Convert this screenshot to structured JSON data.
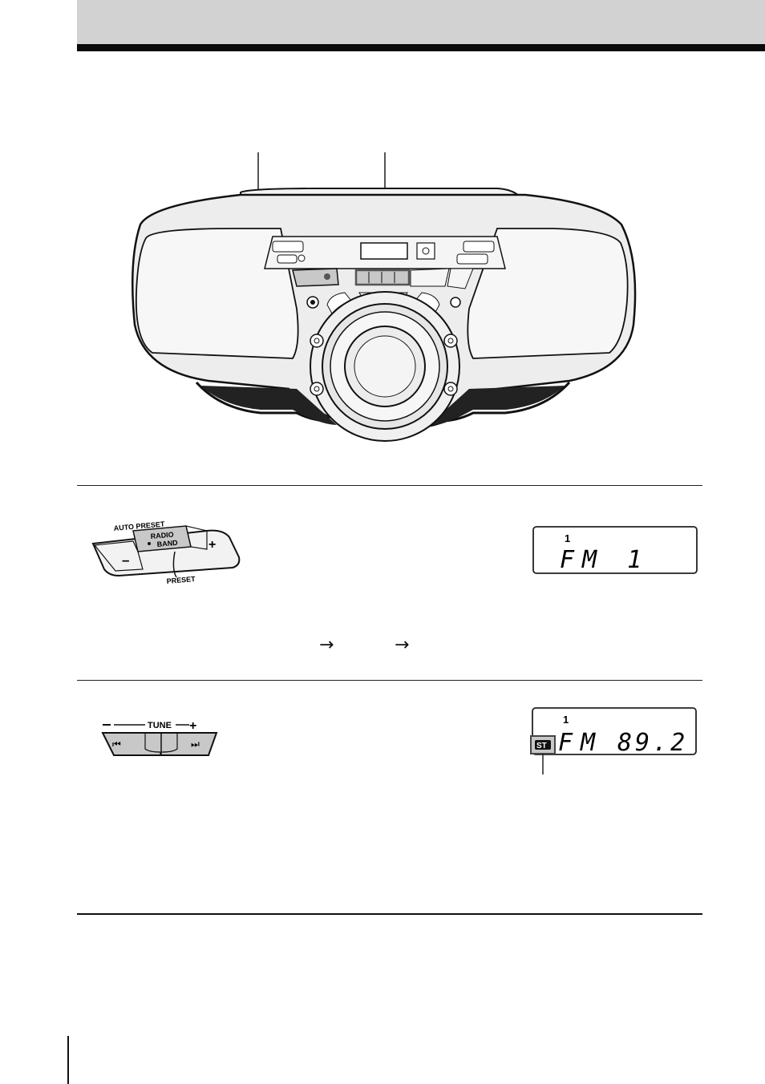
{
  "main_unit": {
    "name": "boombox-main-unit"
  },
  "band_panel": {
    "auto_preset_label": "AUTO PRESET",
    "radio_label": "RADIO",
    "band_label": "BAND",
    "preset_label": "PRESET",
    "minus_label": "–",
    "plus_label": "+"
  },
  "display_1": {
    "preset_number": "1",
    "text": "FM 1"
  },
  "band_sequence": {
    "arrow_1": "→",
    "arrow_2": "→"
  },
  "tune_panel": {
    "label": "TUNE",
    "minus_label": "–",
    "plus_label": "+",
    "rewind_icon": "⏮",
    "forward_icon": "⏭"
  },
  "display_2": {
    "preset_number": "1",
    "band": "FM",
    "frequency": "89.2",
    "stereo_badge": "ST"
  },
  "colors": {
    "header_band": "#d2d2d2",
    "header_rule": "#0a0a0a",
    "panel_gray": "#c8c8c8"
  }
}
